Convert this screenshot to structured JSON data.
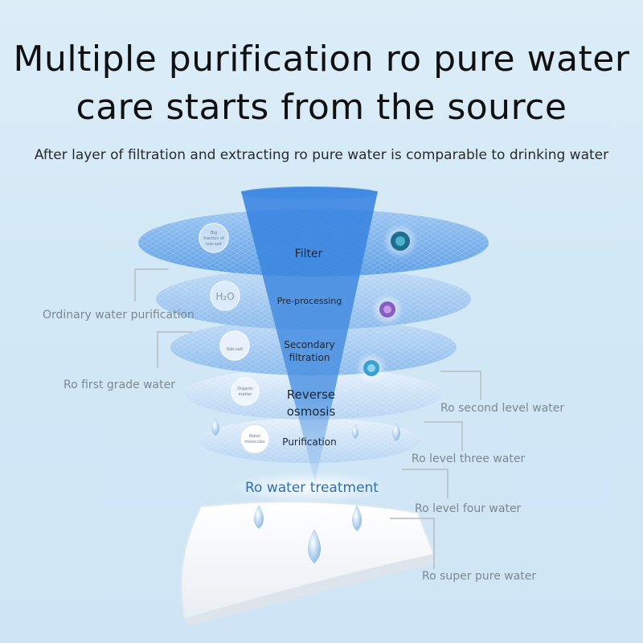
{
  "title_line1": "Multiple purification ro pure water",
  "title_line2": "care starts from the source",
  "subtitle": "After layer of filtration and extracting ro pure water is comparable to drinking water",
  "stages": {
    "filter": "Filter",
    "preprocessing": "Pre-processing",
    "secondary_line1": "Secondary",
    "secondary_line2": "filtration",
    "reverse_line1": "Reverse",
    "reverse_line2": "osmosis",
    "purification": "Purification",
    "treatment": "Ro water treatment"
  },
  "side_labels": {
    "ordinary": "Ordinary water purification",
    "first_grade": "Ro first grade water",
    "second_level": "Ro second level water",
    "level_three": "Ro level three water",
    "level_four": "Ro level four water",
    "super_pure": "Ro super pure water"
  },
  "icons": {
    "big_fraction": [
      "Big",
      "fraction of",
      "sub-salt"
    ],
    "h2o": "H₂O",
    "sub_salt": "Sub-salt",
    "organic": [
      "Organic",
      "matter"
    ],
    "water_molecules": [
      "Water",
      "molecules"
    ]
  },
  "icon_names": [
    "bacteria-icon",
    "virus-icon",
    "microbe-icon",
    "water-drop-icon"
  ],
  "colors": {
    "funnel": "#3b86d9",
    "disc": "#7fb3ea",
    "treatment_text": "#2b6fb8",
    "label_text": "#7b8894"
  }
}
